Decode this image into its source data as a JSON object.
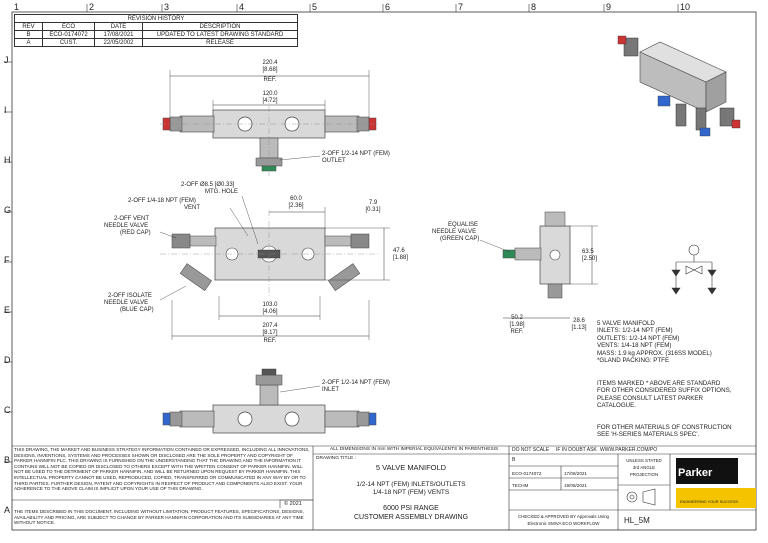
{
  "grid": {
    "columns": [
      "1",
      "2",
      "3",
      "4",
      "5",
      "6",
      "7",
      "8",
      "9",
      "10"
    ],
    "rows": [
      "J",
      "I",
      "H",
      "G",
      "F",
      "E",
      "D",
      "C",
      "B",
      "A"
    ]
  },
  "revision": {
    "title": "REVISION HISTORY",
    "headers": [
      "REV",
      "ECO",
      "DATE",
      "DESCRIPTION"
    ],
    "rows": [
      [
        "B",
        "ECO-0174072",
        "17/08/2021",
        "UPDATED TO LATEST DRAWING STANDARD"
      ],
      [
        "A",
        "CUST.",
        "22/05/2002",
        "RELEASE"
      ]
    ]
  },
  "dims": {
    "overall_top": "220.4",
    "overall_top_in": "[8.68]",
    "ref1": "REF.",
    "center_top": "120.0",
    "center_top_in": "[4.72]",
    "mtg_hole": "2-OFF Ø8.5 [Ø0.33]",
    "mtg_hole2": "MTG. HOLE",
    "vent_top": "2-OFF 1/4-18 NPT (FEM)",
    "vent_top2": "VENT",
    "d60": "60.0",
    "d60_in": "[2.36]",
    "d79": "7.9",
    "d79_in": "[0.31]",
    "d476": "47.6",
    "d476_in": "[1.88]",
    "d1030": "103.0",
    "d1030_in": "[4.06]",
    "d2074": "207.4",
    "d2074_in": "[8.17]",
    "ref2": "REF.",
    "d635": "63.5",
    "d635_in": "[2.50]",
    "d502": "50.2",
    "d502_in": "[1.98]",
    "ref3": "REF.",
    "d286": "28.6",
    "d286_in": "[1.13]"
  },
  "callouts": {
    "outlet": "2-OFF 1/2-14 NPT (FEM)",
    "outlet2": "OUTLET",
    "vent_valve": [
      "2-OFF VENT",
      "NEEDLE VALVE",
      "(RED CAP)"
    ],
    "isolate_valve": [
      "2-OFF ISOLATE",
      "NEEDLE VALVE",
      "(BLUE CAP)"
    ],
    "equalise": [
      "EQUALISE",
      "NEEDLE VALVE",
      "(GREEN CAP)"
    ],
    "inlet": "2-OFF 1/2-14 NPT (FEM)",
    "inlet2": "INLET"
  },
  "notes": {
    "spec": [
      "5 VALVE MANIFOLD",
      "INLETS: 1/2-14 NPT (FEM)",
      "OUTLETS: 1/2-14 NPT (FEM)",
      "VENTS: 1/4-18 NPT (FEM)",
      "MASS: 1.9 kg APPROX. (316SS MODEL)",
      "*GLAND PACKING: PTFE"
    ],
    "items": [
      "ITEMS MARKED * ABOVE ARE STANDARD",
      "FOR OTHER CONSIDERED SUFFIX OPTIONS,",
      "PLEASE CONSULT LATEST PARKER",
      "CATALOGUE."
    ],
    "materials": [
      "FOR OTHER MATERIALS OF CONSTRUCTION",
      "SEE 'H-SERIES MATERIALS SPEC'."
    ]
  },
  "titleblock": {
    "legal": "THIS DRAWING, THE MARKET AND BUSINESS STRATEGY INFORMATION CONTAINED OR EXPRESSED, INCLUDING ALL INNOVATIONS, DESIGNS, INVENTIONS, SYSTEMS AND PROCESSES SHOWN OR DISCLOSED ARE THE SOLE PROPERTY AND COPYRIGHT OF PARKER HANNIFIN PLC. THIS DRAWING IS FURNISHED ON THE UNDERSTANDING THAT THE DRAWING AND THE INFORMATION IT CONTAINS WILL NOT BE COPIED OR DISCLOSED TO OTHERS EXCEPT WITH THE WRITTEN CONSENT OF PARKER HANNIFIN. WILL NOT BE USED TO THE DETRIMENT OF PARKER HANNIFIN, AND WILL BE RETURNED UPON REQUEST BY PARKER HANNIFIN. THIS INTELLECTUAL PROPERTY CANNOT BE USED, REPRODUCED, COPIED, TRANSFERRED OR COMMUNICATED IN ANY WAY BY OR TO THIRD PARTIES. FURTHER DESIGN, PATENT AND COPYRIGHTS IN RESPECT OF PRODUCT AND COMPONENTS ALSO EXIST. YOUR ADHERENCE TO THE ABOVE CLAIM IS IMPLICIT UPON YOUR USE OF THIS DRAWING.",
    "copyright": "© 2021",
    "legal2": "THE ITEMS DESCRIBED IN THIS DOCUMENT, INCLUDING WITHOUT LIMITATION, PRODUCT FEATURES, SPECIFICATIONS, DESIGNS, AVAILABILITY AND PRICING, ARE SUBJECT TO CHANGE BY PARKER HANNIFIN CORPORATION AND ITS SUBSIDIARIES AT ANY TIME WITHOUT NOTICE.",
    "dims_note": "ALL DIMENSIONS IN mm WITH IMPERIAL EQUIVALENTS IN PARENTHESIS",
    "drawing_title_label": "DRAWING TITLE :",
    "title1": "5 VALVE MANIFOLD",
    "title2": "1/2-14 NPT (FEM) INLETS/OUTLETS",
    "title3": "1/4-18 NPT (FEM) VENTS",
    "title4": "6000 PSI RANGE",
    "title5": "CUSTOMER ASSEMBLY DRAWING",
    "no_scale": "DO NOT SCALE",
    "doubt": "IF IN DOUBT ASK",
    "web": "WWW.PARKER.COM/PO",
    "rev_val": "B",
    "eco_val": "ECO-0174072",
    "date_val": "17/08/2021",
    "drawn_val": "TECHM",
    "date2_val": "19/08/2021",
    "projection": [
      "UNLESS STATED",
      "3rd ANGLE",
      "PROJECTION"
    ],
    "checked": "CHECKED & APPROVED BY Approvals Using",
    "checked2": "Electronic SMIVA ECO WORKFLOW",
    "eng": "ENGINEERING YOUR SUCCESS.",
    "brand": "Parker",
    "dwg_no": "HL_5M"
  }
}
